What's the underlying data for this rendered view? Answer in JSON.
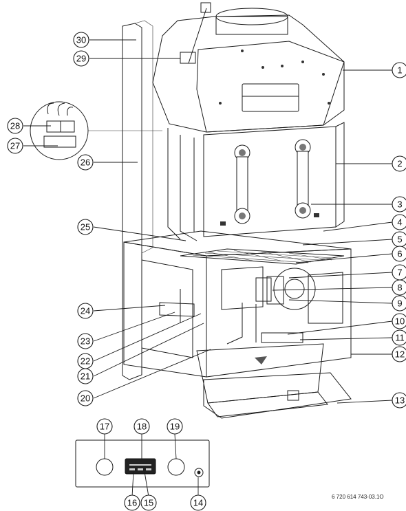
{
  "figure_reference": "6 720 614 743-03.1O",
  "callouts": {
    "n1": "1",
    "n2": "2",
    "n3": "3",
    "n4": "4",
    "n5": "5",
    "n6": "6",
    "n7": "7",
    "n8": "8",
    "n9": "9",
    "n10": "10",
    "n11": "11",
    "n12": "12",
    "n13": "13",
    "n14": "14",
    "n15": "15",
    "n16": "16",
    "n17": "17",
    "n18": "18",
    "n19": "19",
    "n20": "20",
    "n21": "21",
    "n22": "22",
    "n23": "23",
    "n24": "24",
    "n25": "25",
    "n26": "26",
    "n27": "27",
    "n28": "28",
    "n29": "29",
    "n30": "30"
  },
  "colors": {
    "line": "#1a1a1a",
    "fan_hood": "#dcdcdc",
    "heat_exchanger": "#cfcfcf",
    "frame": "#e6e6e6",
    "control_panel": "#c8c8c8",
    "display": "#222222"
  }
}
